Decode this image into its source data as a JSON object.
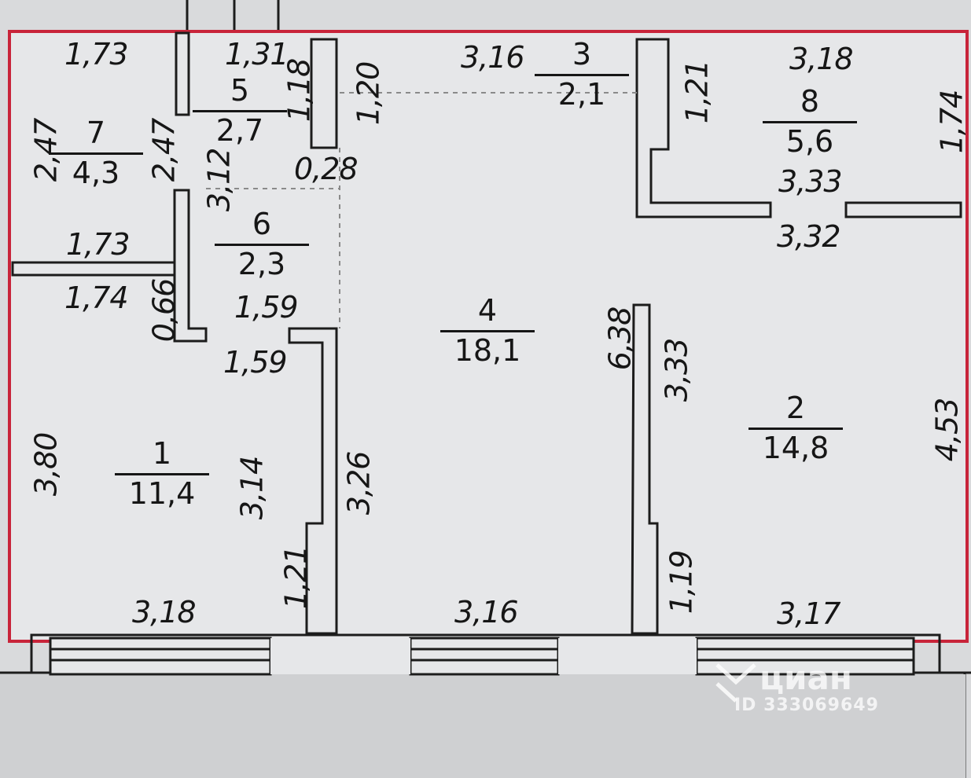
{
  "rooms": [
    {
      "id": "1",
      "number": "1",
      "area": "11,4"
    },
    {
      "id": "2",
      "number": "2",
      "area": "14,8"
    },
    {
      "id": "3",
      "number": "3",
      "area": "2,1"
    },
    {
      "id": "4",
      "number": "4",
      "area": "18,1"
    },
    {
      "id": "5",
      "number": "5",
      "area": "2,7"
    },
    {
      "id": "6",
      "number": "6",
      "area": "2,3"
    },
    {
      "id": "7",
      "number": "7",
      "area": "4,3"
    },
    {
      "id": "8",
      "number": "8",
      "area": "5,6"
    }
  ],
  "dimensions": {
    "room7_top": "1,73",
    "room5_top": "1,31",
    "room7_left": "2,47",
    "room7_right": "2,47",
    "room5_left": "3,12",
    "room5_right": "1,18",
    "hall_left_upper": "1,20",
    "hall_corner": "0,28",
    "room7_bottom": "1,73",
    "room1_top": "1,74",
    "room1_nook": "0,66",
    "room6_bottom": "1,59",
    "room1_right_top": "1,59",
    "room1_left": "3,80",
    "room1_right": "3,14",
    "room1_door": "1,21",
    "room1_bottom": "3,18",
    "hall_top": "3,16",
    "hall_left_lower": "3,26",
    "hall_bottom": "3,16",
    "room3_side": "1,21",
    "room8_top": "3,18",
    "room8_right": "1,74",
    "room8_bottom": "3,33",
    "room2_top": "3,32",
    "hall_right": "6,38",
    "room2_left": "3,33",
    "room2_door": "1,19",
    "room2_right": "4,53",
    "room2_bottom": "3,17"
  },
  "watermark": {
    "brand": "циан",
    "id": "ID 333069649"
  },
  "colors": {
    "wall": "#1c1c1c",
    "outline": "#c8243a",
    "paper": "#e4e5e7",
    "background": "#d9dadc"
  }
}
